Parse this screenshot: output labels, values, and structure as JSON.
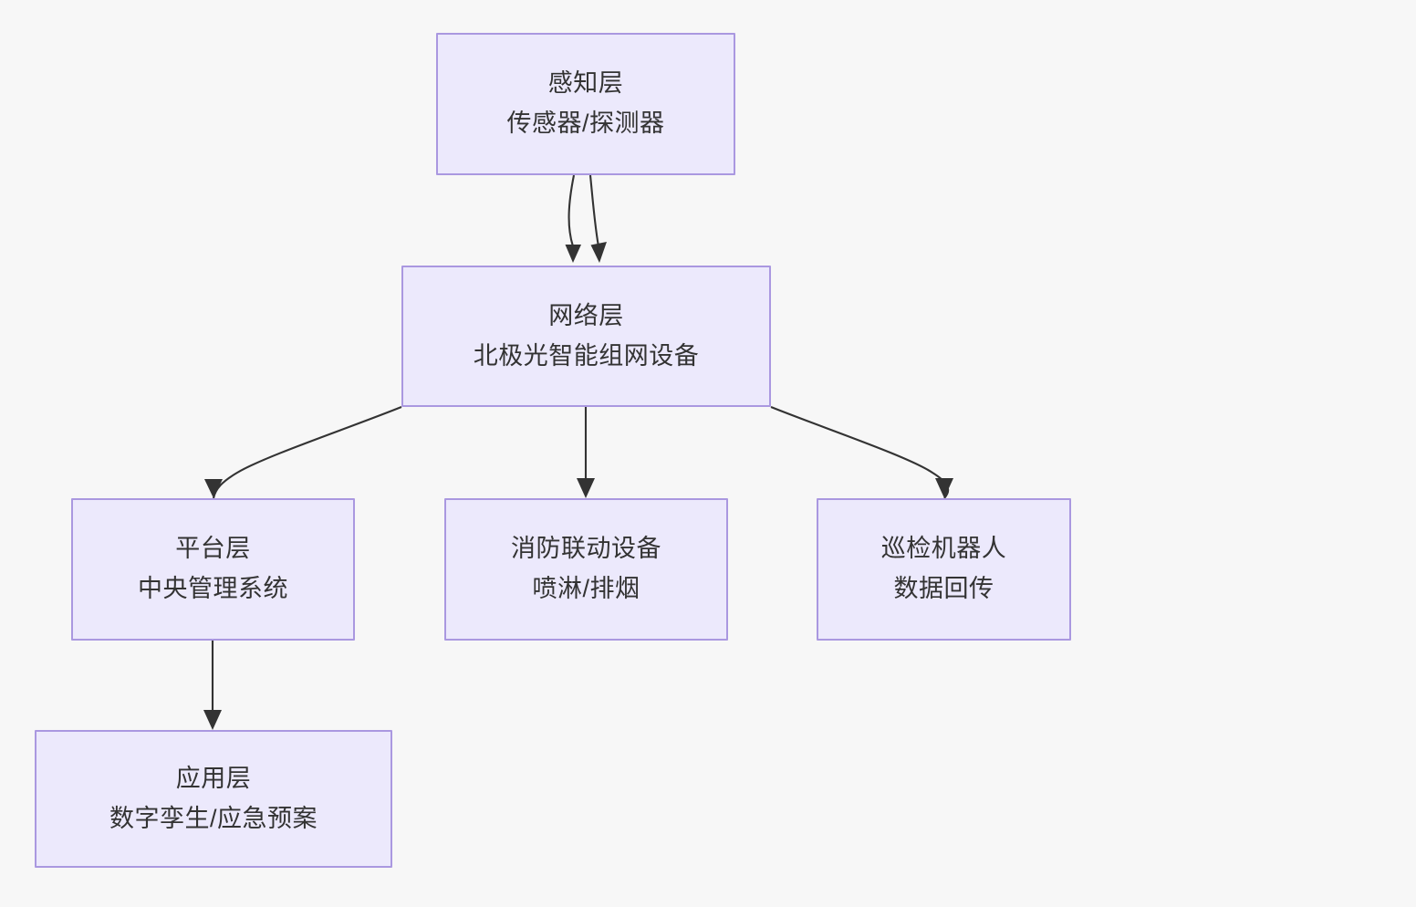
{
  "diagram": {
    "type": "flowchart",
    "direction": "top-down",
    "background_color": "#f7f7f7",
    "node_fill_color": "#ece9fc",
    "node_border_color": "#aa98e0",
    "text_color": "#333333",
    "edge_color": "#333333",
    "nodes": [
      {
        "id": "perception-layer",
        "title": "感知层",
        "subtitle": "传感器/探测器"
      },
      {
        "id": "network-layer",
        "title": "网络层",
        "subtitle": "北极光智能组网设备"
      },
      {
        "id": "platform-layer",
        "title": "平台层",
        "subtitle": "中央管理系统"
      },
      {
        "id": "fire-linkage-equipment",
        "title": "消防联动设备",
        "subtitle": "喷淋/排烟"
      },
      {
        "id": "inspection-robot",
        "title": "巡检机器人",
        "subtitle": "数据回传"
      },
      {
        "id": "application-layer",
        "title": "应用层",
        "subtitle": "数字孪生/应急预案"
      }
    ],
    "edges": [
      {
        "id": "edge-perception-network-a",
        "from": "perception-layer",
        "to": "network-layer",
        "label": ""
      },
      {
        "id": "edge-perception-network-b",
        "from": "perception-layer",
        "to": "network-layer",
        "label": ""
      },
      {
        "id": "edge-network-platform",
        "from": "network-layer",
        "to": "platform-layer",
        "label": ""
      },
      {
        "id": "edge-network-fire",
        "from": "network-layer",
        "to": "fire-linkage-equipment",
        "label": ""
      },
      {
        "id": "edge-network-robot",
        "from": "network-layer",
        "to": "inspection-robot",
        "label": ""
      },
      {
        "id": "edge-platform-application",
        "from": "platform-layer",
        "to": "application-layer",
        "label": ""
      }
    ]
  }
}
